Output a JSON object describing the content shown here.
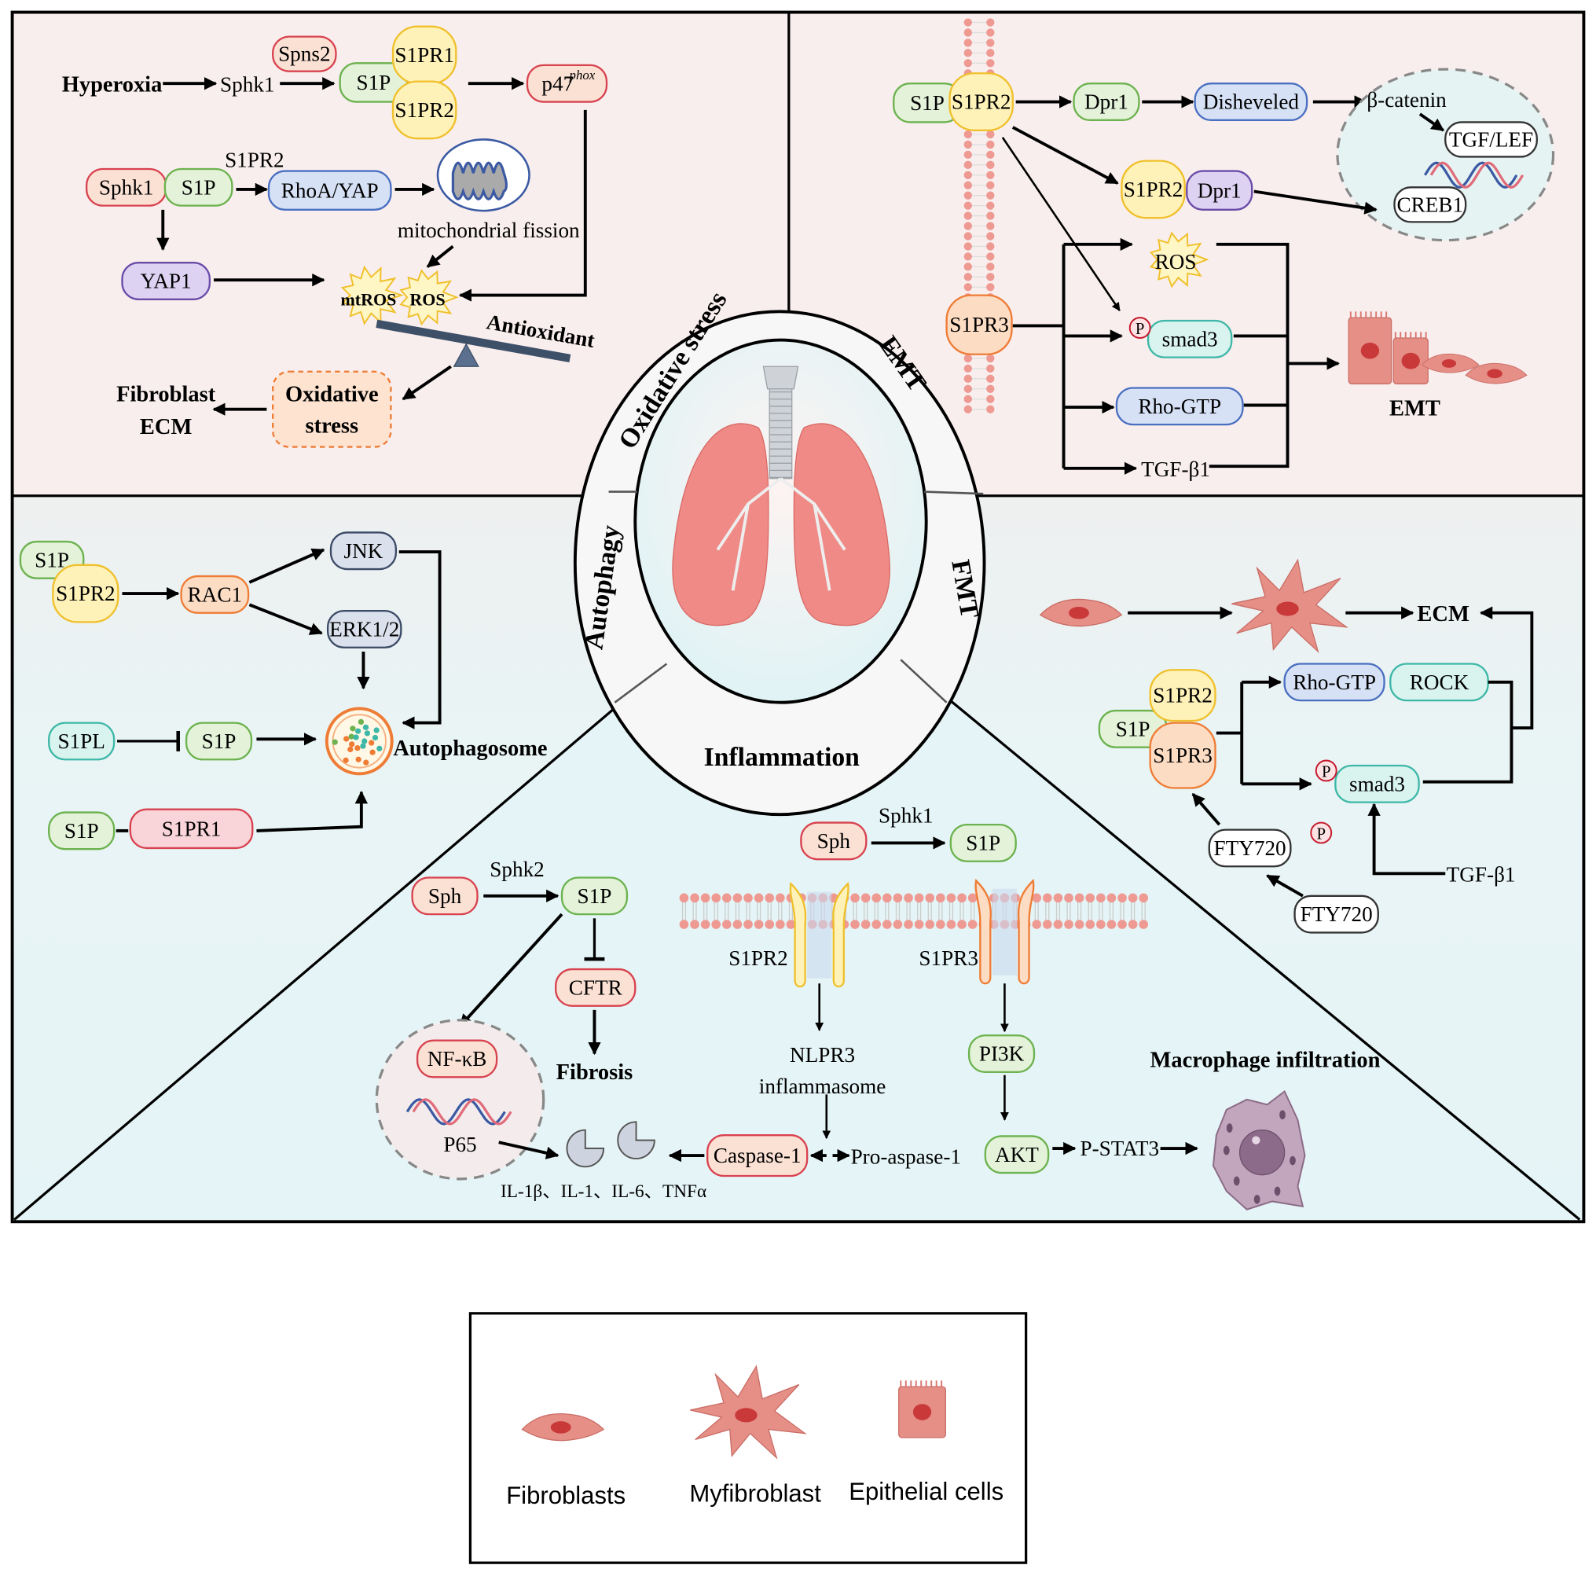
{
  "ring_labels": {
    "oxidative_stress": "Oxidative stress",
    "emt": "EMT",
    "autophagy": "Autophagy",
    "fmt": "FMT",
    "inflammation": "Inflammation"
  },
  "nodes": {
    "ox_spns2": "Spns2",
    "ox_s1p": "S1P",
    "ox_s1pr1": "S1PR1",
    "ox_s1pr2": "S1PR2",
    "ox_p47": "p47",
    "ox_sphk1": "Sphk1",
    "ox_s1p_b": "S1P",
    "ox_rhoa": "RhoA/YAP",
    "ox_yap1": "YAP1",
    "ox_oxstress1": "Oxidative",
    "ox_oxstress2": "stress",
    "emt_s1p": "S1P",
    "emt_s1pr2": "S1PR2",
    "emt_dpr1": "Dpr1",
    "emt_dishev": "Disheveled",
    "emt_tgflef": "TGF/LEF",
    "emt_creb1": "CREB1",
    "emt_s1pr2_b": "S1PR2",
    "emt_dpr1_b": "Dpr1",
    "emt_s1pr3": "S1PR3",
    "emt_smad3": "smad3",
    "emt_rhogtp": "Rho-GTP",
    "au_s1p": "S1P",
    "au_s1pr2": "S1PR2",
    "au_rac1": "RAC1",
    "au_jnk": "JNK",
    "au_erk": "ERK1/2",
    "au_s1pl": "S1PL",
    "au_s1p_b": "S1P",
    "au_s1p_c": "S1P",
    "au_s1pr1": "S1PR1",
    "fmt_s1p": "S1P",
    "fmt_s1pr2": "S1PR2",
    "fmt_s1pr3": "S1PR3",
    "fmt_rhogtp": "Rho-GTP",
    "fmt_rock": "ROCK",
    "fmt_smad3": "smad3",
    "fmt_fty720p": "FTY720",
    "fmt_fty720": "FTY720",
    "in_sph": "Sph",
    "in_s1p": "S1P",
    "in_cftr": "CFTR",
    "in_nfkb": "NF-κB",
    "in_caspase": "Caspase-1",
    "in_sph_b": "Sph",
    "in_s1p_b": "S1P",
    "in_pi3k": "PI3K",
    "in_akt": "AKT"
  },
  "texts": {
    "ox_hyperoxia": "Hyperoxia",
    "ox_sphk1_label": "Sphk1",
    "ox_p47_sup": "phox",
    "ox_s1pr2_label": "S1PR2",
    "ox_mito": "mitochondrial fission",
    "ox_mtros": "mtROS",
    "ox_ros": "ROS",
    "ox_antioxidant": "Antioxidant",
    "ox_fibroblast": "Fibroblast",
    "ox_ecm": "ECM",
    "emt_bcatenin": "β-catenin",
    "emt_ros": "ROS",
    "emt_p": "P",
    "emt_tgfb1": "TGF-β1",
    "emt_label": "EMT",
    "au_autophagosome": "Autophagosome",
    "fmt_ecm": "ECM",
    "fmt_p": "P",
    "fmt_p2": "P",
    "fmt_tgfb1": "TGF-β1",
    "in_sphk2": "Sphk2",
    "in_fibrosis": "Fibrosis",
    "in_p65": "P65",
    "in_cytokines": "IL-1β、IL-1、IL-6、TNFα",
    "in_proaspase": "Pro-aspase-1",
    "in_sphk1": "Sphk1",
    "in_s1pr2": "S1PR2",
    "in_s1pr3": "S1PR3",
    "in_nlpr3": "NLPR3",
    "in_inflammasome": "inflammasome",
    "in_pstat3": "P-STAT3",
    "in_macrophage": "Macrophage infiltration"
  },
  "legend": {
    "fibroblasts": "Fibroblasts",
    "myofibroblast": "Myfibroblast",
    "epithelial": "Epithelial cells"
  },
  "colors": {
    "top_panel_bg": "#f9eeee",
    "bottom_panel_bg": "#eef1f1",
    "inflammation_bg": "#e5f4f6",
    "cell_fill": "#e58f86",
    "nucleus": "#c9393a",
    "seesaw": "#3e5068"
  }
}
